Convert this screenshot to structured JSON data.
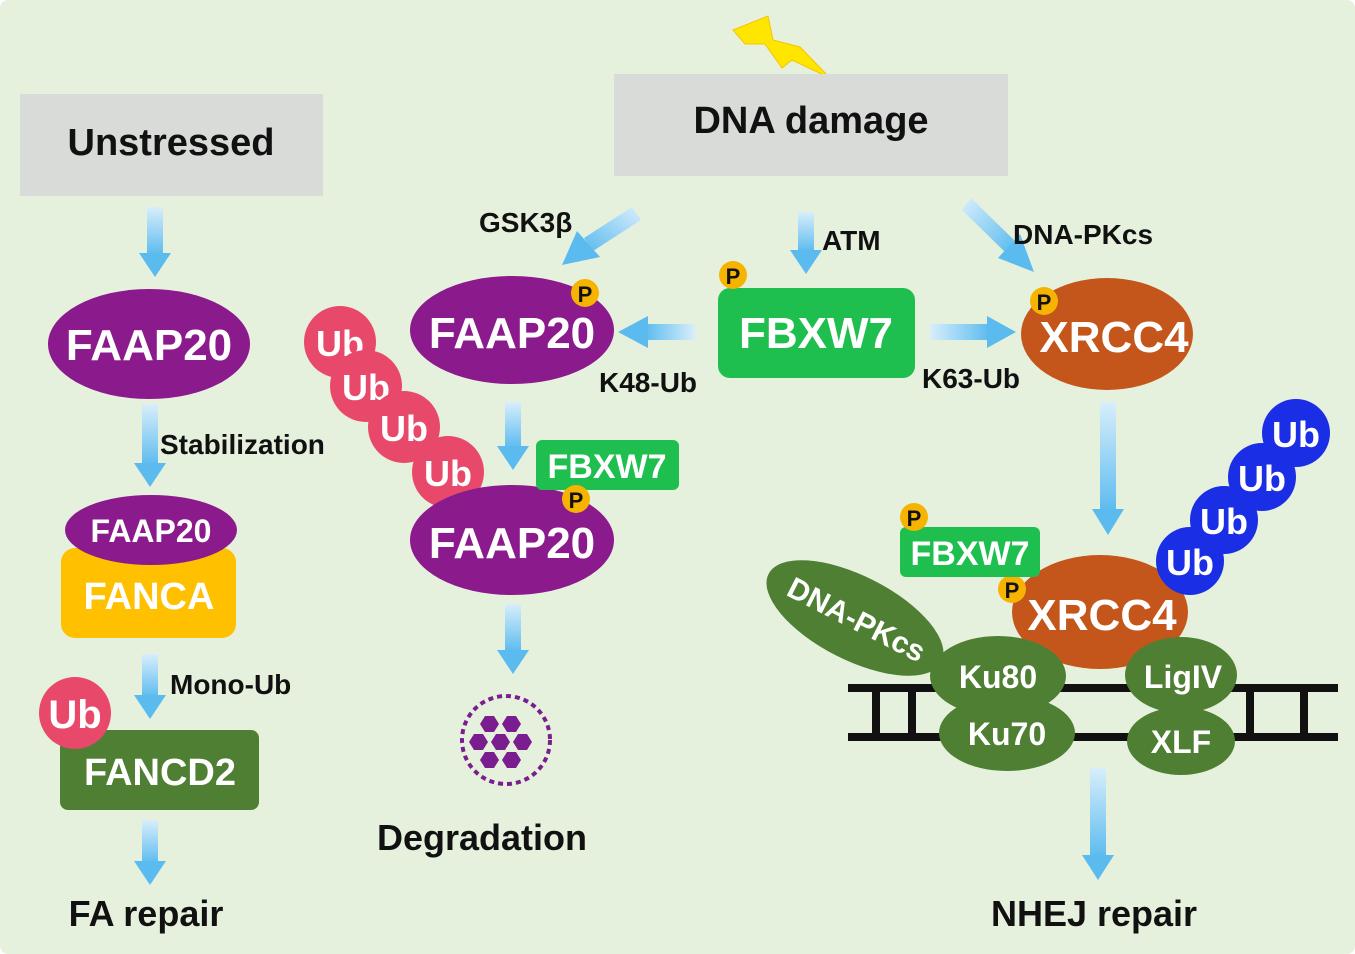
{
  "colors": {
    "background": "#e6f1dd",
    "box_gray": "#d9dbd9",
    "purple": "#8b1a8c",
    "green": "#1fbf4f",
    "orange": "#c4561c",
    "olive": "#4f7f33",
    "yellow": "#ffc000",
    "pink": "#e8496b",
    "blue": "#1a2ee6",
    "arrow": "#6ec3ef",
    "phos": "#f6b400",
    "black": "#111111"
  },
  "labels": {
    "unstressed": "Unstressed",
    "dna_damage": "DNA damage",
    "gsk3b": "GSK3β",
    "atm": "ATM",
    "dnapkcs_kinase": "DNA-PKcs",
    "stabilization": "Stabilization",
    "k48": "K48-Ub",
    "k63": "K63-Ub",
    "mono_ub": "Mono-Ub",
    "degradation": "Degradation",
    "fa_repair": "FA repair",
    "nhej_repair": "NHEJ repair"
  },
  "proteins": {
    "faap20": "FAAP20",
    "fanca": "FANCA",
    "fancd2": "FANCD2",
    "fbxw7": "FBXW7",
    "xrcc4": "XRCC4",
    "dnapkcs": "DNA-PKcs",
    "ku80": "Ku80",
    "ku70": "Ku70",
    "ligiv": "LigIV",
    "xlf": "XLF"
  },
  "marks": {
    "ub": "Ub",
    "p": "P"
  }
}
